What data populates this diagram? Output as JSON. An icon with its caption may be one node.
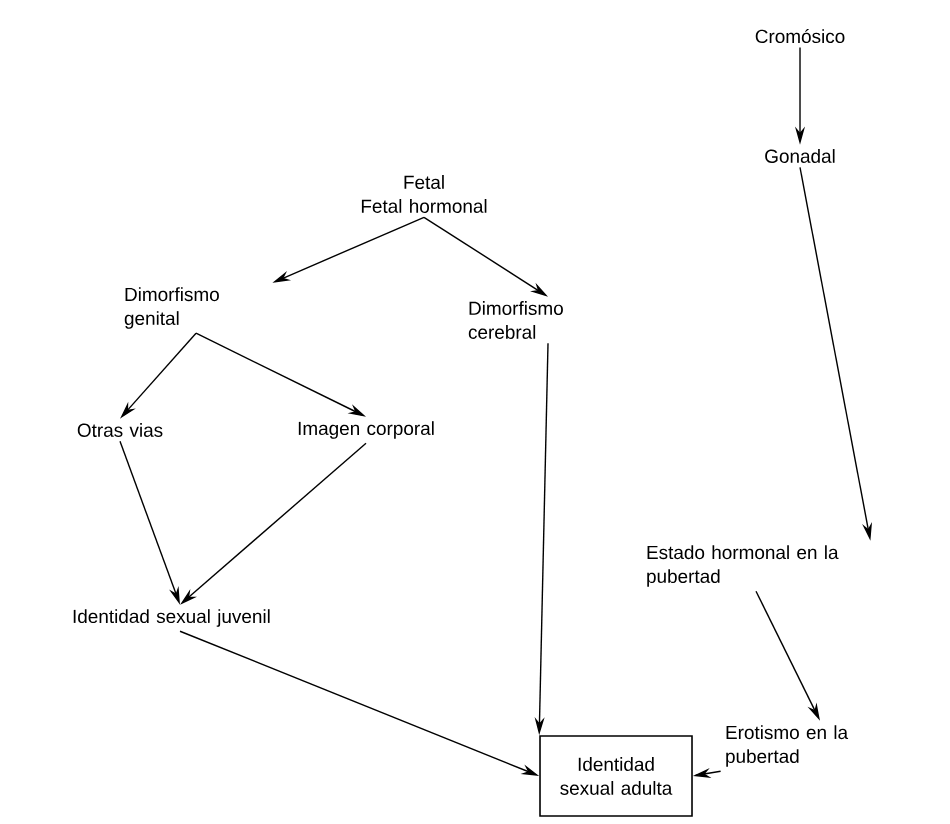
{
  "diagram": {
    "nodes": [
      {
        "text": [
          "Fetal",
          "Fetal hormonal"
        ]
      },
      {
        "text": [
          "Cromósico"
        ]
      },
      {
        "text": [
          "Gonadal"
        ]
      },
      {
        "text": [
          "Dimorfismo genital"
        ]
      },
      {
        "text": [
          "Dimorfismo cerebral"
        ]
      },
      {
        "text": [
          "Otras vias"
        ]
      },
      {
        "text": [
          "Imagen corporal"
        ]
      },
      {
        "text": [
          "Estado hormonal en la pubertad"
        ]
      },
      {
        "text": [
          "Identidad sexual juvenil"
        ]
      },
      {
        "text": [
          "Erotismo en la pubertad"
        ]
      },
      {
        "text": [
          "Identidad sexual adulta"
        ]
      }
    ],
    "edges": [
      {
        "from": 0,
        "to": 3,
        "arrow": "to"
      },
      {
        "from": 0,
        "to": 4,
        "arrow": "to"
      },
      {
        "from": 1,
        "to": 2,
        "arrow": "to"
      },
      {
        "from": 2,
        "to": 7,
        "arrow": "to"
      },
      {
        "from": 3,
        "to": 5,
        "arrow": "to"
      },
      {
        "from": 3,
        "to": 6,
        "arrow": "to"
      },
      {
        "from": 5,
        "to": 8,
        "arrow": "to"
      },
      {
        "from": 6,
        "to": 8,
        "arrow": "to"
      },
      {
        "from": 4,
        "to": 10,
        "arrow": "to"
      },
      {
        "from": 7,
        "to": 9,
        "arrow": "to"
      },
      {
        "from": 8,
        "to": 10,
        "arrow": "to"
      },
      {
        "from": 9,
        "to": 10,
        "arrow": "to"
      }
    ]
  }
}
